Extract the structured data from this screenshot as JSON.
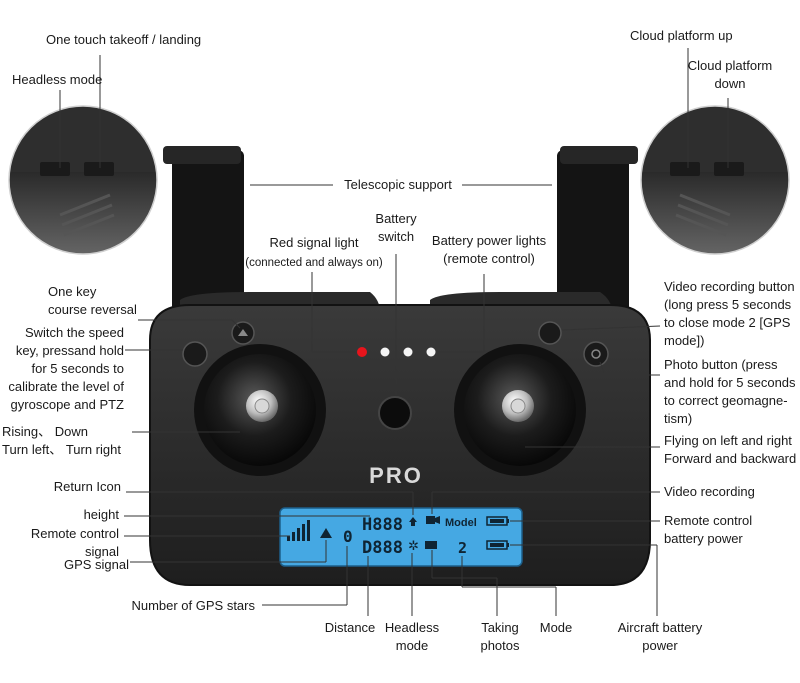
{
  "device": {
    "brand": "PRO",
    "lcd": {
      "height_digits": "H888",
      "distance_digits": "D888",
      "gps_stars_digit": "0",
      "model_label": "Model",
      "mode_digit": "2"
    }
  },
  "labels": {
    "one_touch": "One touch takeoff / landing",
    "headless_mode": "Headless mode",
    "cloud_up": "Cloud platform up",
    "cloud_down": "Cloud platform\ndown",
    "telescopic": "Telescopic support",
    "battery_switch": "Battery\nswitch",
    "red_signal": "Red signal light",
    "red_signal_note": "(connected and always on)",
    "battery_lights": "Battery power lights\n(remote control)",
    "course_reversal": "One key\ncourse reversal",
    "switch_speed": "Switch the speed\nkey, pressand hold\nfor 5 seconds to\ncalibrate the level of\ngyroscope and PTZ",
    "video_button": "Video recording button\n(long press 5 seconds\nto close mode 2 [GPS\nmode])",
    "photo_button": "Photo button (press\nand hold for 5 seconds\nto correct geomagne-\ntism)",
    "rising_down": "Rising、 Down\nTurn left、 Turn right",
    "flying_lr": "Flying on left and right\nForward and backward",
    "return_icon": "Return Icon",
    "height": "height",
    "remote_signal": "Remote control\nsignal",
    "gps_signal": "GPS signal",
    "gps_stars": "Number of GPS stars",
    "distance": "Distance",
    "headless_mode_bottom": "Headless\nmode",
    "taking_photos": "Taking\nphotos",
    "mode": "Mode",
    "aircraft_battery": "Aircraft battery\npower",
    "video_recording": "Video recording",
    "remote_battery": "Remote control\nbattery power"
  },
  "colors": {
    "body": "#2b2b2b",
    "lcd": "#45a8e3",
    "red_led": "#e8141c",
    "line": "#333333"
  }
}
